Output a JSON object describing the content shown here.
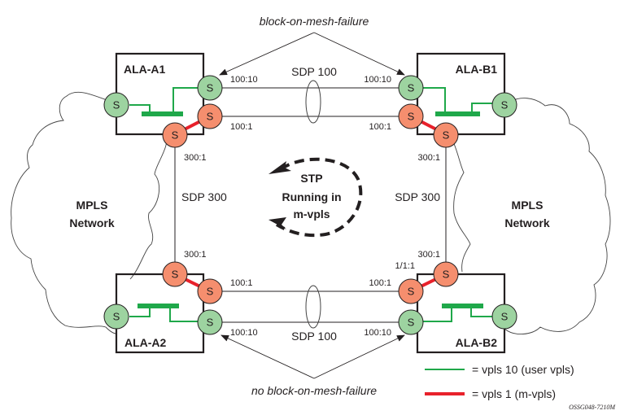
{
  "diagram": {
    "annotations": {
      "top": "block-on-mesh-failure",
      "bottom": "no block-on-mesh-failure"
    },
    "clouds": {
      "left": [
        "MPLS",
        "Network"
      ],
      "right": [
        "MPLS",
        "Network"
      ]
    },
    "nodes": {
      "a1": "ALA-A1",
      "b1": "ALA-B1",
      "a2": "ALA-A2",
      "b2": "ALA-B2"
    },
    "sap_letter": "S",
    "sdp_labels": {
      "top": "SDP 100",
      "bottom": "SDP 100",
      "left": "SDP 300",
      "right": "SDP 300"
    },
    "sdp_bindings": {
      "a1_top_green": "100:10",
      "b1_top_green": "100:10",
      "a1_top_red": "100:1",
      "b1_top_red": "100:1",
      "a1_down": "300:1",
      "b1_down": "300:1",
      "a2_up": "300:1",
      "b2_up": "300:1",
      "b2_sap": "1/1:1",
      "a2_red": "100:1",
      "b2_red": "100:1",
      "a2_green": "100:10",
      "b2_green": "100:10"
    },
    "center": [
      "STP",
      "Running in",
      "m-vpls"
    ],
    "legend": [
      {
        "label": "= vpls 10 (user vpls)",
        "color": "#1fa84a"
      },
      {
        "label": "= vpls 1 (m-vpls)",
        "color": "#e8212b"
      }
    ],
    "figure_id": "OSSG048-7210M"
  }
}
